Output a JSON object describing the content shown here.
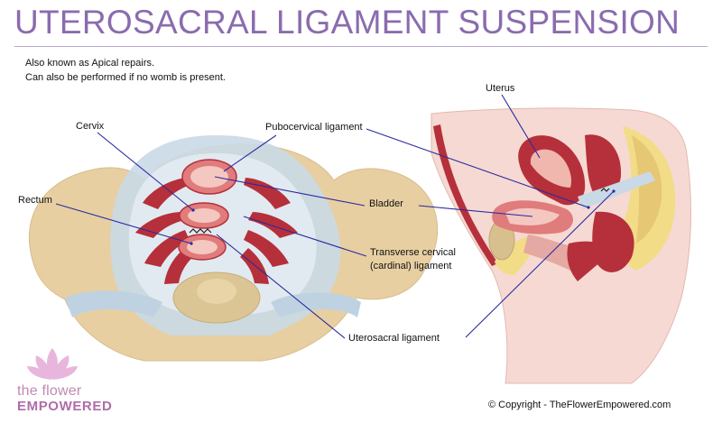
{
  "title": "UTEROSACRAL LIGAMENT SUSPENSION",
  "subtitle_lines": [
    "Also known as Apical repairs.",
    "Can also be performed if no womb is present."
  ],
  "labels": {
    "cervix": "Cervix",
    "rectum": "Rectum",
    "pubocervical": "Pubocervical ligament",
    "bladder": "Bladder",
    "transverse_line1": "Transverse cervical",
    "transverse_line2": "(cardinal) ligament",
    "uterosacral": "Uterosacral ligament",
    "uterus": "Uterus"
  },
  "logo": {
    "line1": "the flower",
    "line2": "EMPOWERED"
  },
  "copyright": "© Copyright - TheFlowerEmpowered.com",
  "colors": {
    "title": "#8a6cae",
    "leader_lines": "#2a2aa0",
    "muscle": "#b5303a",
    "bone": "#e7cfa2",
    "tissue": "#f6d9d2",
    "fascia": "#c9d9e6",
    "fat": "#f2dc87"
  }
}
